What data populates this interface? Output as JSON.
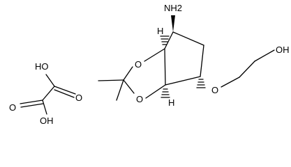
{
  "labels": {
    "amine": "NH2",
    "ring_oxygen_upper": "O",
    "ring_oxygen_lower": "O",
    "ether_oxygen": "O",
    "terminal_hydroxyl": "OH",
    "stereo_h_upper": "H",
    "stereo_h_lower": "H",
    "oxalic_hydroxyl_upper": "HO",
    "oxalic_carbonyl_upper": "O",
    "oxalic_carbonyl_lower": "O",
    "oxalic_hydroxyl_lower": "OH"
  },
  "colors": {
    "bond": "#000000",
    "background": "#ffffff"
  }
}
